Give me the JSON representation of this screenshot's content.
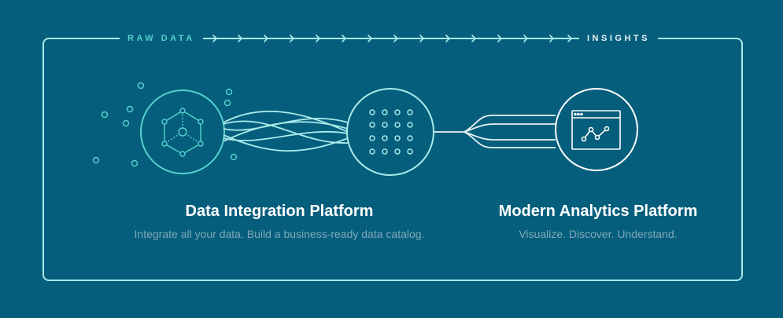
{
  "flow": {
    "start_label": "RAW DATA",
    "end_label": "INSIGHTS"
  },
  "left_product": {
    "title": "Data Integration Platform",
    "subtitle": "Integrate all your data. Build a business-ready data catalog."
  },
  "right_product": {
    "title": "Modern Analytics Platform",
    "subtitle": "Visualize. Discover. Understand."
  },
  "icons": {
    "left_node": "hexagon-network-icon",
    "middle_node": "dot-grid-icon",
    "right_node": "browser-line-chart-icon"
  },
  "colors": {
    "background": "#055e7c",
    "line": "#a9eaea",
    "accent": "#55d1cd",
    "title": "#ffffff",
    "subtitle": "#7fa8b8"
  }
}
